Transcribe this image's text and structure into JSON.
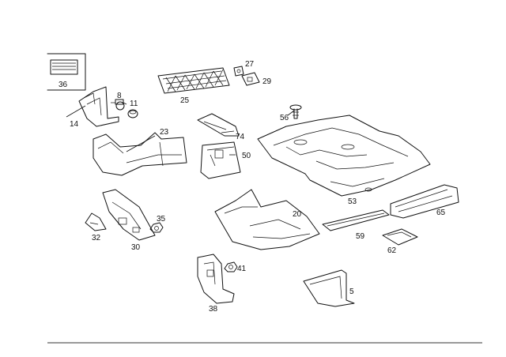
{
  "callouts": {
    "p36": "36",
    "p8": "8",
    "p11": "11",
    "p14": "14",
    "p25": "25",
    "p27": "27",
    "p29": "29",
    "p23": "23",
    "p74": "74",
    "p56": "56",
    "p50": "50",
    "p53": "53",
    "p20": "20",
    "p35": "35",
    "p65": "65",
    "p32": "32",
    "p30": "30",
    "p59": "59",
    "p62": "62",
    "p41": "41",
    "p5": "5",
    "p38": "38"
  }
}
